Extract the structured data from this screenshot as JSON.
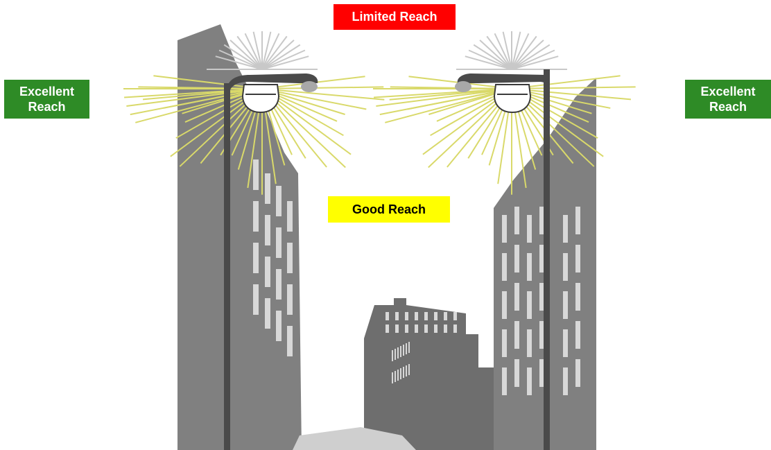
{
  "labels": {
    "limited_reach": {
      "text": "Limited Reach",
      "bg": "#ff0000",
      "fg": "#ffffff"
    },
    "good_reach": {
      "text": "Good Reach",
      "bg": "#ffff00",
      "fg": "#000000"
    },
    "excellent_left": {
      "line1": "Excellent",
      "line2": "Reach",
      "bg": "#2e8b26",
      "fg": "#ffffff"
    },
    "excellent_right": {
      "line1": "Excellent",
      "line2": "Reach",
      "bg": "#2e8b26",
      "fg": "#ffffff"
    }
  },
  "colors": {
    "building": "#808080",
    "building_dark": "#6e6e6e",
    "window": "#d8d8d8",
    "pole": "#4a4a4a",
    "ray_good": "#d9d96a",
    "ray_limited": "#c8c8c8",
    "ground": "#cfcfcf"
  }
}
